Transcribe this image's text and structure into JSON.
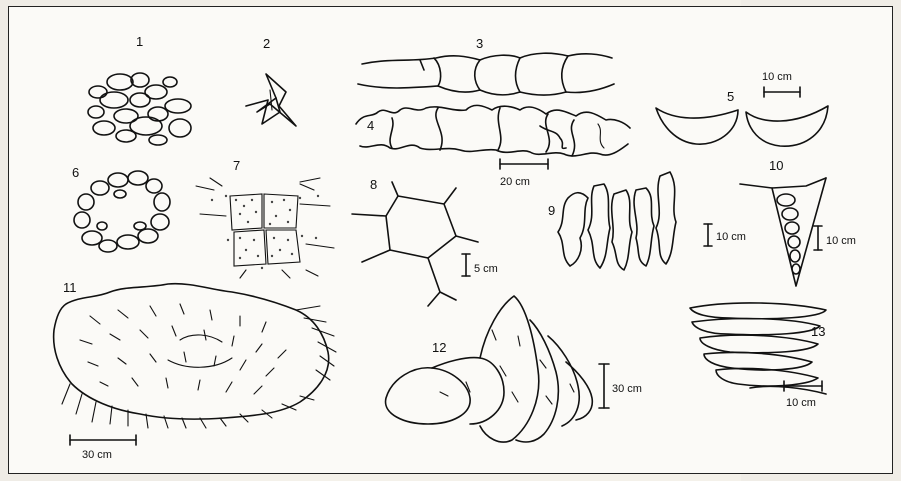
{
  "figures": [
    {
      "num": "1"
    },
    {
      "num": "2"
    },
    {
      "num": "3"
    },
    {
      "num": "4"
    },
    {
      "num": "5"
    },
    {
      "num": "6"
    },
    {
      "num": "7"
    },
    {
      "num": "8"
    },
    {
      "num": "9"
    },
    {
      "num": "10"
    },
    {
      "num": "11"
    },
    {
      "num": "12"
    },
    {
      "num": "13"
    }
  ],
  "scales": {
    "s4": "20 cm",
    "s5": "10 cm",
    "s8": "5 cm",
    "s9": "10 cm",
    "s10": "10 cm",
    "s11": "30 cm",
    "s12": "30 cm",
    "s13": "10 cm"
  }
}
